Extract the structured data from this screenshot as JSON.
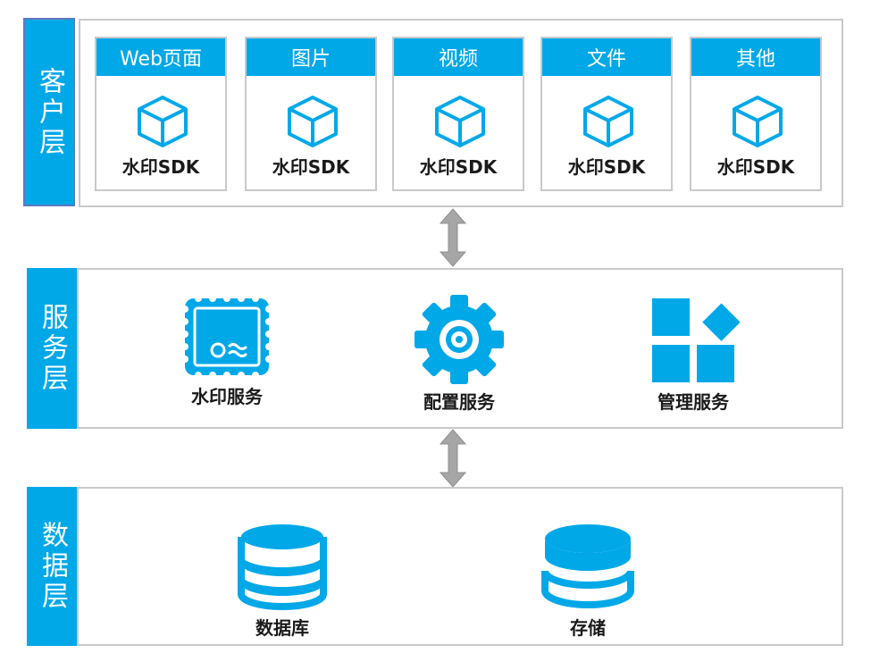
{
  "colors": {
    "accent": "#00a8e8",
    "border": "#c9c9c9",
    "arrow": "#a6a6a6"
  },
  "layers": {
    "client": {
      "label": "客户层",
      "cards": [
        {
          "title": "Web页面",
          "caption": "水印SDK",
          "icon": "cube-icon"
        },
        {
          "title": "图片",
          "caption": "水印SDK",
          "icon": "cube-icon"
        },
        {
          "title": "视频",
          "caption": "水印SDK",
          "icon": "cube-icon"
        },
        {
          "title": "文件",
          "caption": "水印SDK",
          "icon": "cube-icon"
        },
        {
          "title": "其他",
          "caption": "水印SDK",
          "icon": "cube-icon"
        }
      ]
    },
    "service": {
      "label": "服务层",
      "items": [
        {
          "caption": "水印服务",
          "icon": "watermark-stamp-icon"
        },
        {
          "caption": "配置服务",
          "icon": "gear-icon"
        },
        {
          "caption": "管理服务",
          "icon": "grid-management-icon"
        }
      ]
    },
    "data": {
      "label": "数据层",
      "items": [
        {
          "caption": "数据库",
          "icon": "database-icon"
        },
        {
          "caption": "存储",
          "icon": "storage-icon"
        }
      ]
    }
  }
}
